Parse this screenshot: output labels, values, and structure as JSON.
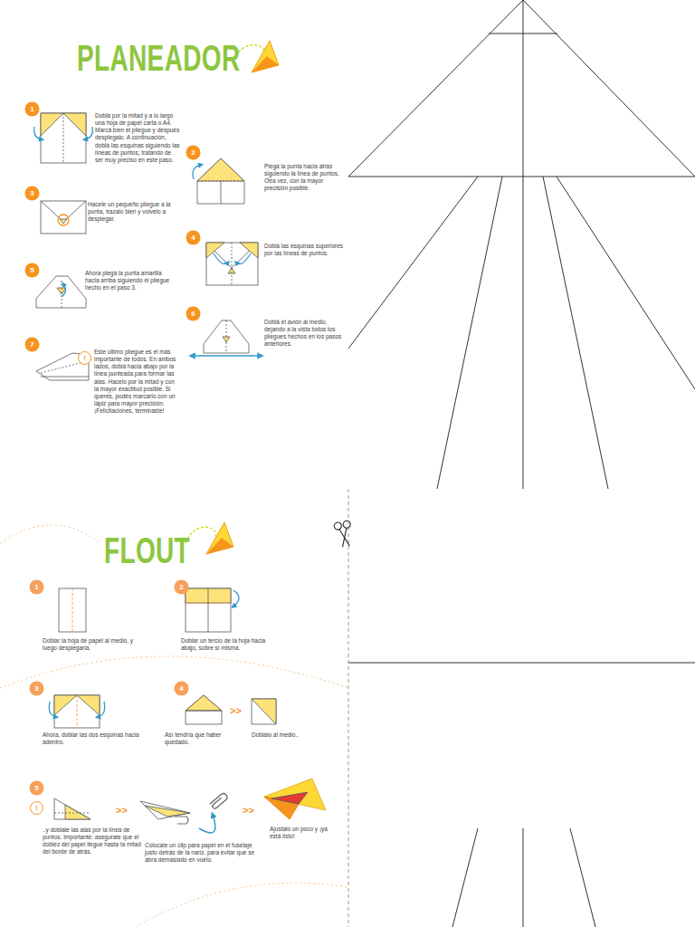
{
  "diagram": {
    "title": "PLANEADOR",
    "nodes": [
      {
        "text": [
          "1"
        ]
      },
      {
        "text": [
          "2"
        ]
      },
      {
        "text": [
          "3"
        ]
      },
      {
        "text": [
          "4"
        ]
      },
      {
        "text": [
          "5"
        ]
      },
      {
        "text": [
          "6"
        ]
      },
      {
        "text": [
          "7"
        ]
      },
      {
        "text": [
          "1"
        ]
      },
      {
        "text": [
          "2"
        ]
      },
      {
        "text": [
          "3"
        ]
      },
      {
        "text": [
          "4"
        ]
      },
      {
        "text": [
          "5"
        ]
      }
    ],
    "labels": [
      "FLOUT",
      "Doblá por la mitad y a lo largo una hoja de papel carta o A4. Marcá bien el pliegue y después desplegalo. A continuación, doblá las esquinas siguiendo las líneas de puntos, tratando de ser muy preciso en este paso.",
      "Plegá la punta hacia atrás siguiendo la línea de puntos. Otra vez, con la mayor precisión posible.",
      "Hacele un pequeño pliegue a la punta, trazalo bien y volvelo a desplegar.",
      "Doblá las esquinas superiores por las líneas de puntos.",
      "Ahora plegá la punta amarilla hacia arriba siguiendo el pliegue hecho en el paso 3.",
      "Doblá el avión al medio, dejando a la vista todos los pliegues hechos en los pasos anteriores.",
      "Este último pliegue es el más importante de todos. En ambos lados, doblá hacia abajo por la línea punteada para formar las alas. Hacelo por la mitad y con la mayor exactitud posible. Si querés, podés marcarlo con un lápiz para mayor precisión. ¡Felicitaciones, terminaste!",
      "!",
      "Doblar la hoja de papel al medio, y luego desplegarla.",
      "Doblar un tercio de la hoja hacia abajo, sobre sí misma.",
      "Ahora, doblar las dos esquinas hacia adentro.",
      "Así tendría que haber quedado.",
      ">>",
      "Doblalo al medio..",
      "!",
      "..y doblale las alas por la línea de puntos. Importante: asegurate que el doblez del papel llegue hasta la mitad del borde de atrás.",
      ">>",
      "Colocale un clip para papel en el fuselaje justo detrás de la nariz, para evitar que se abra demasiado en vuelo.",
      ">>",
      "Ajustalo un poco y ¡ya está listo!"
    ]
  }
}
